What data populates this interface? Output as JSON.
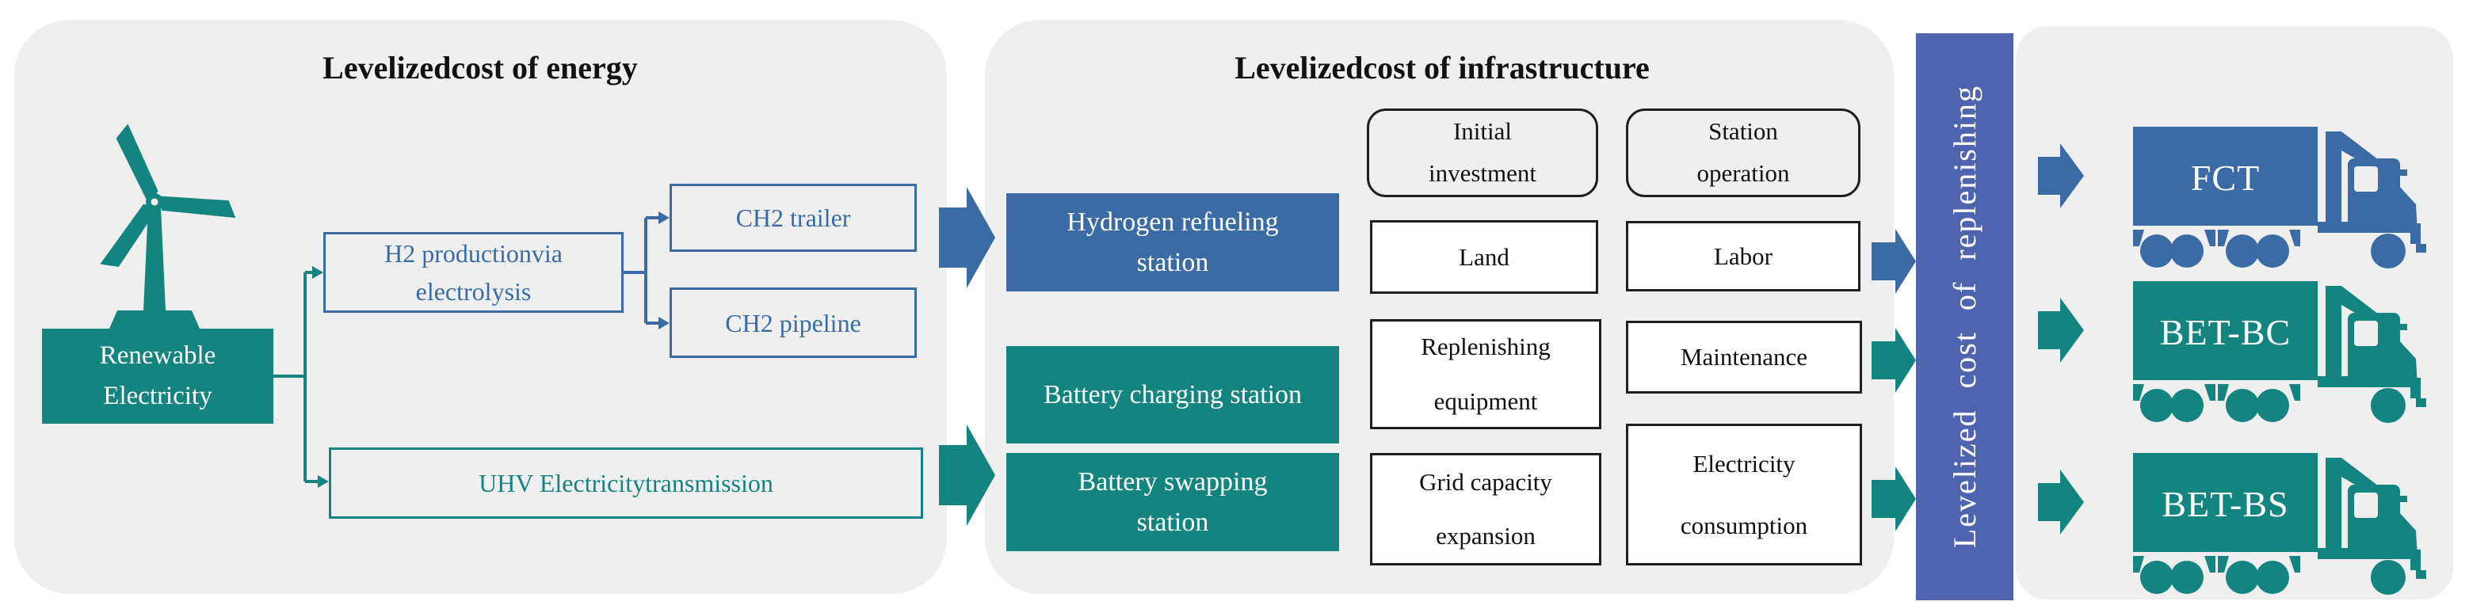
{
  "colors": {
    "teal": "#148480",
    "blue": "#3b6ba5",
    "bar_blue": "#4f64ae",
    "panel_gray": "#efeff0",
    "box_border": "#1f1f1f",
    "white": "#ffffff"
  },
  "energy": {
    "title": "Levelizedcost of energy",
    "renewable": "Renewable Electricity",
    "h2_production": "H2 productionvia electrolysis",
    "ch2_trailer": "CH2 trailer",
    "ch2_pipeline": "CH2 pipeline",
    "uhv": "UHV Electricitytransmission"
  },
  "infrastructure": {
    "title": "Levelizedcost of infrastructure",
    "headers": {
      "initial_investment": "Initial investment",
      "station_operation": "Station operation"
    },
    "stations": {
      "hrs": "Hydrogen refueling station",
      "bcs": "Battery charging station",
      "bss": "Battery swapping station"
    },
    "cost_items": {
      "land": "Land",
      "labor": "Labor",
      "replenishing_equipment": "Replenishing equipment",
      "maintenance": "Maintenance",
      "grid_capacity": "Grid capacity expansion",
      "electricity_consumption": "Electricity consumption"
    }
  },
  "replenishing": {
    "bar_label": "Levelized cost of replenishing"
  },
  "trucks": [
    {
      "id": "fct",
      "label": "FCT",
      "color_key": "blue"
    },
    {
      "id": "bet-bc",
      "label": "BET-BC",
      "color_key": "teal"
    },
    {
      "id": "bet-bs",
      "label": "BET-BS",
      "color_key": "teal"
    }
  ]
}
